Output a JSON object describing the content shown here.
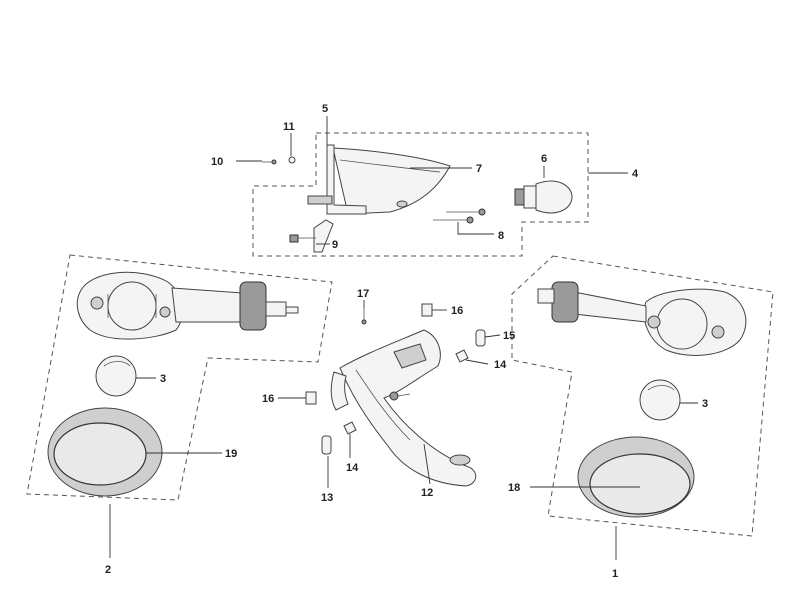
{
  "callouts": {
    "c1": "1",
    "c2": "2",
    "c3a": "3",
    "c3b": "3",
    "c4": "4",
    "c5": "5",
    "c6": "6",
    "c7": "7",
    "c8": "8",
    "c9": "9",
    "c10": "10",
    "c11": "11",
    "c12": "12",
    "c13": "13",
    "c14a": "14",
    "c14b": "14",
    "c15": "15",
    "c16a": "16",
    "c16b": "16",
    "c17": "17",
    "c18": "18",
    "c19": "19"
  },
  "colors": {
    "line": "#333333",
    "outline": "#444444",
    "fill_light": "#f4f4f4",
    "fill_dark": "#9a9a9a",
    "background": "#ffffff"
  }
}
